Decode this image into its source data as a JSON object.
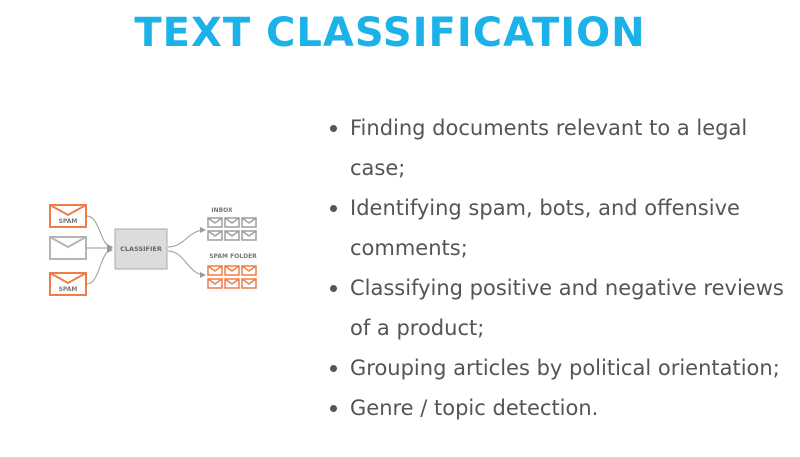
{
  "title": "TEXT CLASSIFICATION",
  "diagram": {
    "input_labels": [
      "SPAM",
      "",
      "SPAM"
    ],
    "classifier_label": "CLASSIFIER",
    "outputs": [
      {
        "label": "INBOX",
        "color": "#9e9e9e"
      },
      {
        "label": "SPAM FOLDER",
        "color": "#f07c4a"
      }
    ],
    "colors": {
      "spam": "#f07c4a",
      "normal": "#b5b5b5",
      "classifier": "#d9d9d9"
    }
  },
  "bullets": [
    {
      "line1": "Finding documents relevant to a legal",
      "line2": "case;"
    },
    {
      "line1": "Identifying spam, bots, and offensive",
      "line2": "comments;"
    },
    {
      "line1": "Classifying positive and negative reviews",
      "line2": "of a product;"
    },
    {
      "line1": "Grouping articles by political orientation;",
      "line2": ""
    },
    {
      "line1": "Genre / topic detection.",
      "line2": ""
    }
  ]
}
